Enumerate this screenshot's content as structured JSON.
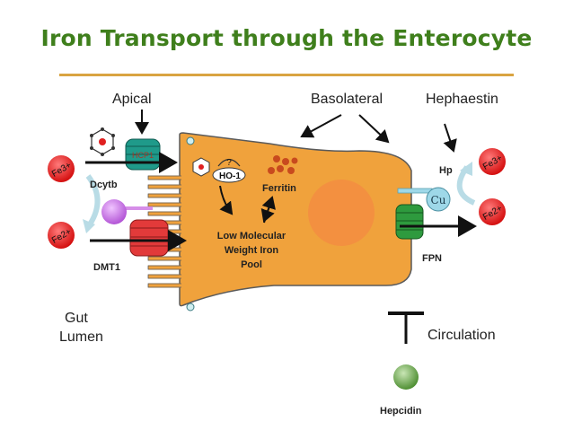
{
  "title": "Iron Transport through the Enterocyte",
  "labels": {
    "apical": "Apical",
    "basolateral": "Basolateral",
    "hephaestin": "Hephaestin",
    "dcytb": "Dcytb",
    "dmt1": "DMT1",
    "gut_lumen_line1": "Gut",
    "gut_lumen_line2": "Lumen",
    "ferritin": "Ferritin",
    "pool_line1": "Low Molecular",
    "pool_line2": "Weight Iron",
    "pool_line3": "Pool",
    "ho1": "HO-1",
    "question": "?",
    "hp": "Hp",
    "cu": "Cu",
    "fpn": "FPN",
    "circulation": "Circulation",
    "hepcidin": "Hepcidin",
    "hcp1": "HCP1"
  },
  "ions": {
    "fe3_left": "Fe3+",
    "fe2_left": "Fe2+",
    "fe3_right": "Fe3+",
    "fe2_right": "Fe2+"
  },
  "colors": {
    "title_green": "#3f7f1c",
    "cell_orange": "#f0a23c",
    "nucleus": "#f39040",
    "iron_red": "#e02020",
    "transporter_teal": "#1f9a8a",
    "dmt1_red": "#e23a3a",
    "fpn_green": "#2e9a3e",
    "dcytb_purple": "#c46de0",
    "hepcidin_green": "#6aa84f",
    "cu_blue": "#9ed8e8"
  }
}
